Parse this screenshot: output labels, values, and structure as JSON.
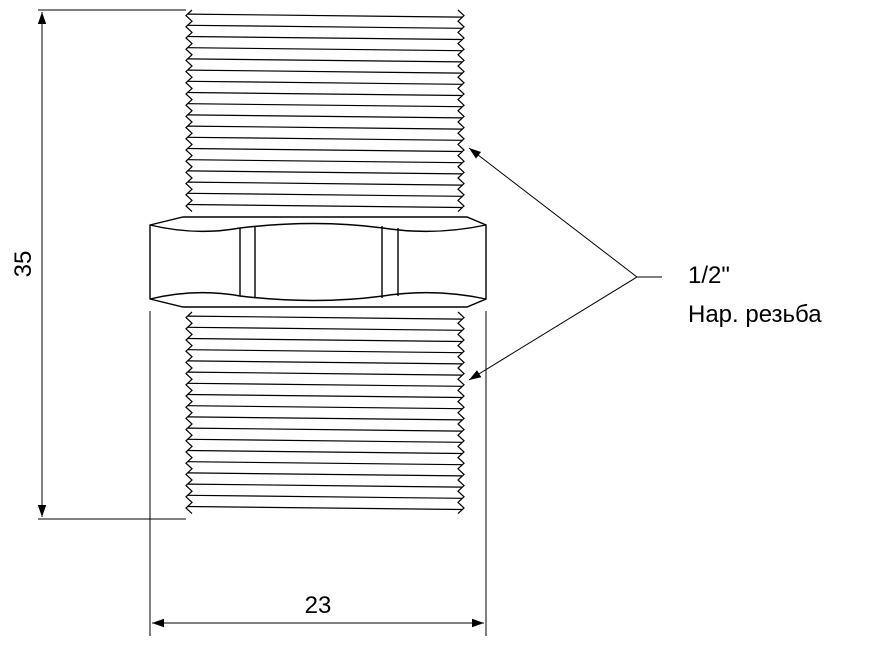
{
  "dimensions": {
    "height": "35",
    "width": "23"
  },
  "callout": {
    "size": "1/2\"",
    "thread": "Нар. резьба"
  },
  "colors": {
    "line": "#000000",
    "background": "#ffffff"
  }
}
